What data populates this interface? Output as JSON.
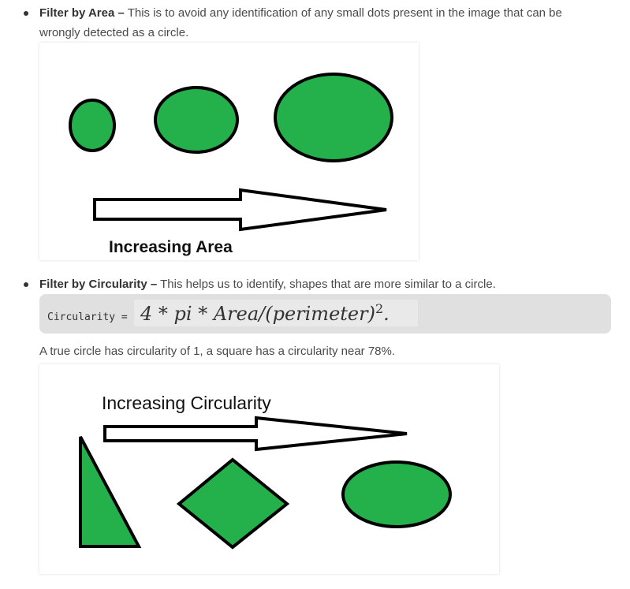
{
  "bullet1": {
    "title": "Filter by Area –",
    "line1": " This is to avoid any identification of any small dots present in the image that can be",
    "line2": "wrongly detected as a circle."
  },
  "figure1": {
    "caption": "Increasing Area",
    "fill_color": "#24b04b"
  },
  "bullet2": {
    "title": "Filter by Circularity –",
    "text": " This helps us to identify, shapes that are more similar to a circle."
  },
  "formula": {
    "code_label": "Circularity =",
    "math": "4 * pi * Area/(perimeter)",
    "exponent": "2",
    "end": "."
  },
  "paragraph": "A true circle has circularity of 1, a square has a circularity near 78%.",
  "figure2": {
    "caption": "Increasing Circularity",
    "fill_color": "#24b04b"
  }
}
